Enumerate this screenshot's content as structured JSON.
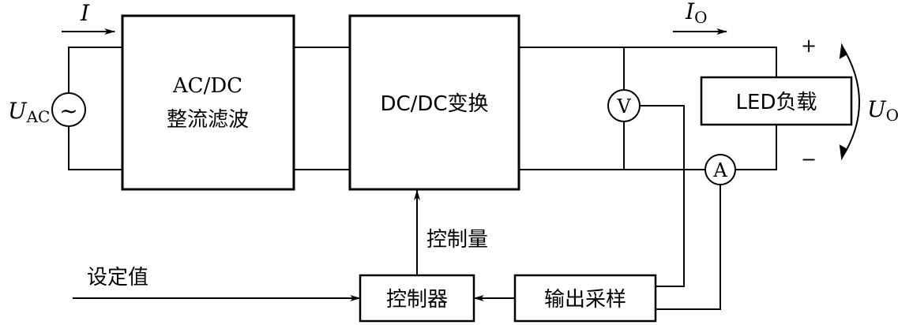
{
  "source": {
    "symbol": "U",
    "subscript": "AC",
    "glyph": "~"
  },
  "input_current": {
    "symbol": "I"
  },
  "output_current": {
    "symbol": "I",
    "subscript": "O"
  },
  "output_voltage": {
    "symbol": "U",
    "subscript": "O"
  },
  "blocks": {
    "acdc_line1": "AC/DC",
    "acdc_line2": "整流滤波",
    "dcdc": "DC/DC变换",
    "led_load": "LED负载",
    "controller": "控制器",
    "sampler": "输出采样"
  },
  "meters": {
    "voltmeter": "V",
    "ammeter": "A"
  },
  "polarity": {
    "plus": "+",
    "minus": "−"
  },
  "signals": {
    "control_quantity": "控制量",
    "setpoint": "设定值"
  }
}
